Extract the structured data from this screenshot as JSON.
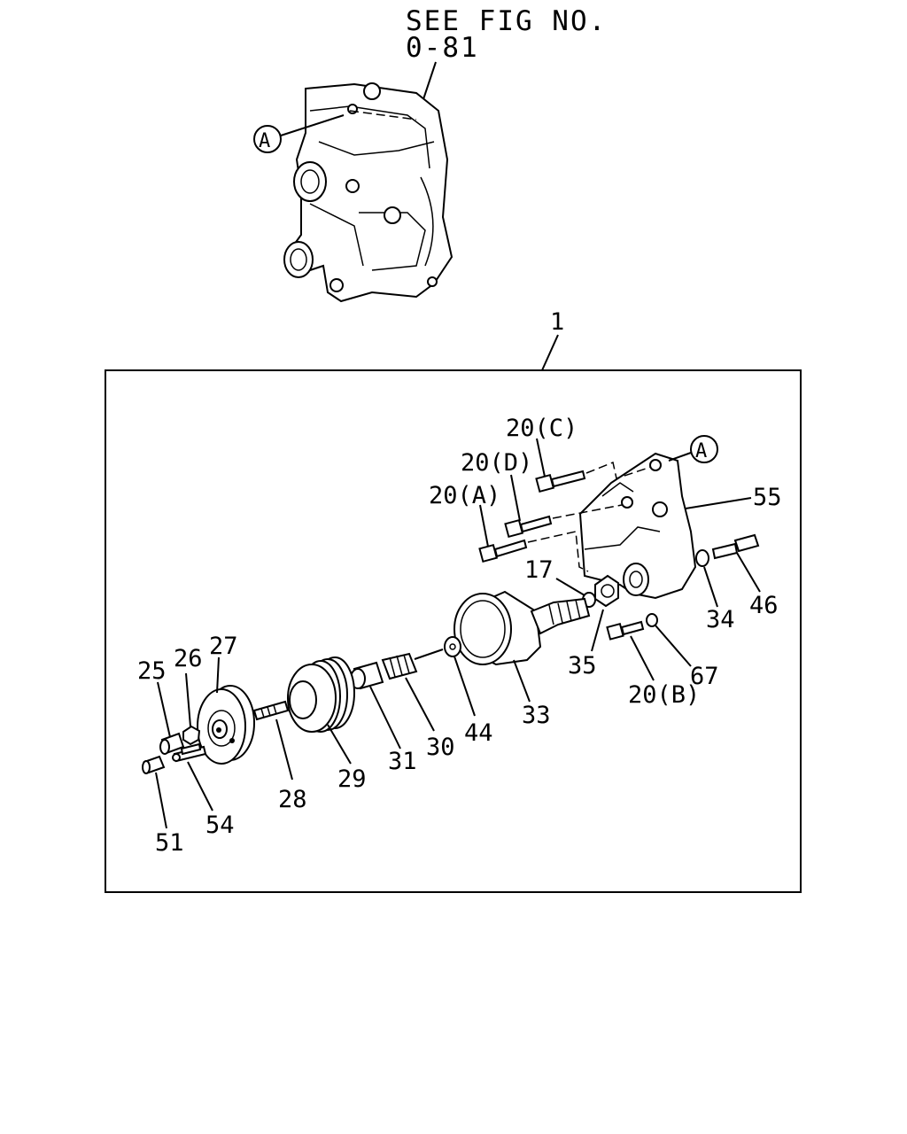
{
  "reference": {
    "line1": "SEE FIG NO.",
    "line2": "0-81"
  },
  "callout_a": "A",
  "labels": {
    "p1": "1",
    "p20c": "20(C)",
    "p20d": "20(D)",
    "p20a": "20(A)",
    "p20b": "20(B)",
    "p55": "55",
    "p17": "17",
    "p46": "46",
    "p34": "34",
    "p35": "35",
    "p67": "67",
    "p33": "33",
    "p44": "44",
    "p30": "30",
    "p31": "31",
    "p29": "29",
    "p28": "28",
    "p27": "27",
    "p26": "26",
    "p25": "25",
    "p54": "54",
    "p51": "51"
  }
}
